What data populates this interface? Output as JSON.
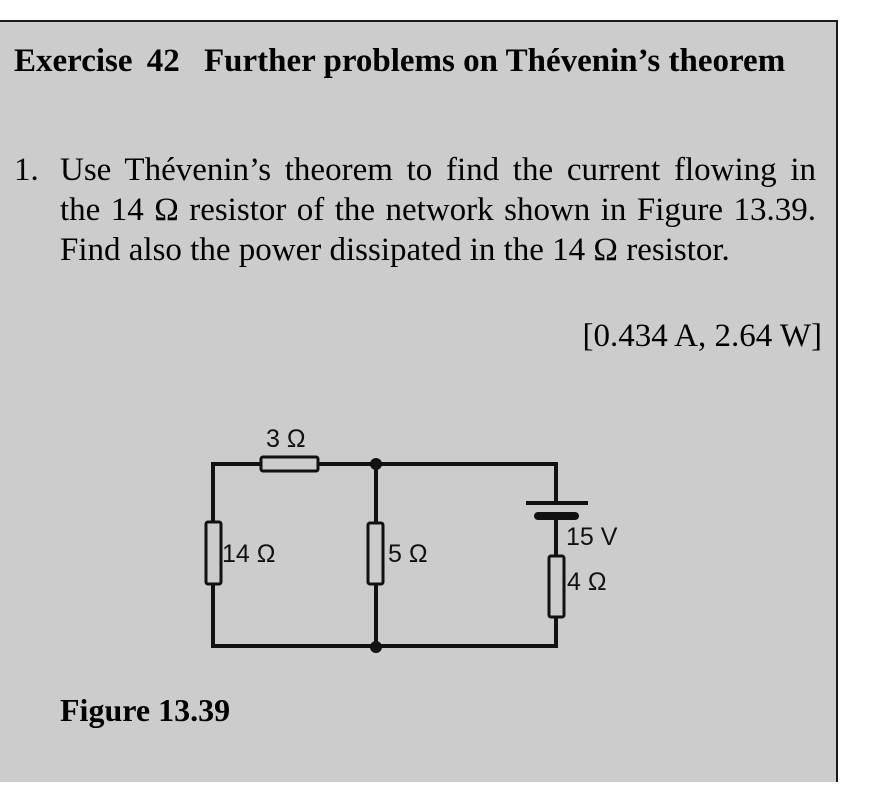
{
  "exercise": {
    "label": "Exercise",
    "number": "42",
    "title": "Further problems on Thévenin’s theorem"
  },
  "problems": [
    {
      "index": "1.",
      "text": "Use Thévenin’s theorem to find the current flowing in the 14 Ω resistor of the network shown in Figure 13.39. Find also the power dissipated in the 14 Ω resistor.",
      "answer": "[0.434 A, 2.64 W]"
    }
  ],
  "figure": {
    "caption": "Figure 13.39",
    "components": {
      "r_series": "3 Ω",
      "r_left": "14 Ω",
      "r_middle": "5 Ω",
      "source": "15 V",
      "r_right": "4 Ω"
    }
  },
  "colors": {
    "panel_background": "#cccccc",
    "page_background": "#ffffff",
    "ink": "#111111"
  }
}
